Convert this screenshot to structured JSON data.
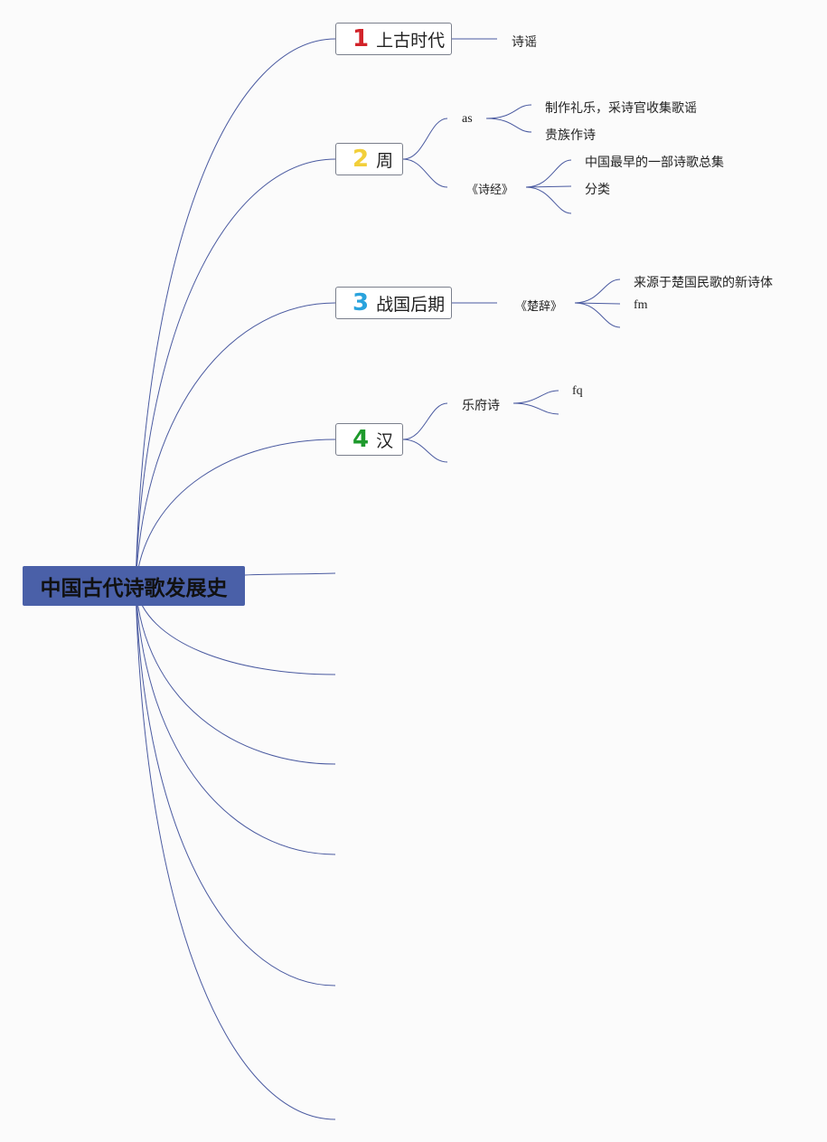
{
  "root": {
    "label": "中国古代诗歌发展史"
  },
  "topics": [
    {
      "number": "1",
      "number_color": "#d2232a",
      "label": "上古时代",
      "children": [
        {
          "label": "诗谣"
        }
      ]
    },
    {
      "number": "2",
      "number_color": "#f2cf3a",
      "label": "周",
      "children": [
        {
          "label": "as",
          "children": [
            {
              "label": "制作礼乐，采诗官收集歌谣"
            },
            {
              "label": "贵族作诗"
            }
          ]
        },
        {
          "label": "《诗经》",
          "children": [
            {
              "label": "中国最早的一部诗歌总集"
            },
            {
              "label": "分类"
            },
            {
              "label": ""
            }
          ]
        }
      ]
    },
    {
      "number": "3",
      "number_color": "#2aa3dd",
      "label": "战国后期",
      "children": [
        {
          "label": "《楚辞》",
          "children": [
            {
              "label": "来源于楚国民歌的新诗体"
            },
            {
              "label": "fm"
            },
            {
              "label": ""
            }
          ]
        }
      ]
    },
    {
      "number": "4",
      "number_color": "#1e9a2c",
      "label": "汉",
      "children": [
        {
          "label": "乐府诗",
          "children": [
            {
              "label": "fq"
            },
            {
              "label": ""
            }
          ]
        },
        {
          "label": ""
        }
      ]
    }
  ],
  "line_color": "#4a5aa0"
}
